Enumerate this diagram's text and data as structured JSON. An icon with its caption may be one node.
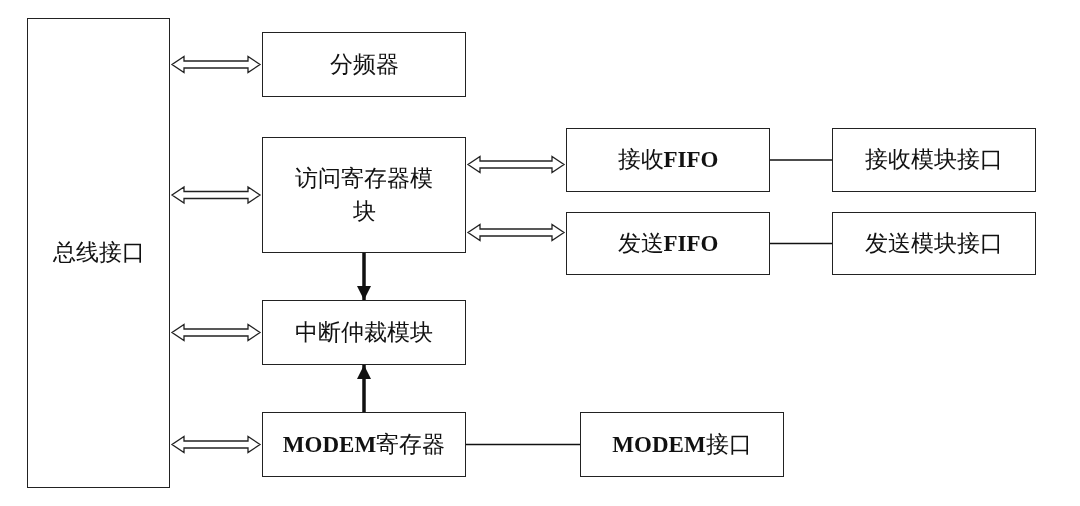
{
  "diagram": {
    "nodes": [
      {
        "text": [
          "总线接口"
        ]
      },
      {
        "text": [
          "分频器"
        ]
      },
      {
        "text": [
          "访问寄存器模块"
        ]
      },
      {
        "text": [
          "中断仲裁模块"
        ]
      },
      {
        "text": [
          "**MODEM**寄存器"
        ]
      },
      {
        "text": [
          "接收**FIFO**"
        ]
      },
      {
        "text": [
          "发送**FIFO**"
        ]
      },
      {
        "text": [
          "接收模块接口"
        ]
      },
      {
        "text": [
          "发送模块接口"
        ]
      },
      {
        "text": [
          "**MODEM**接口"
        ]
      }
    ],
    "edges": [
      {
        "from": 0,
        "to": 1,
        "arrow": "both"
      },
      {
        "from": 0,
        "to": 2,
        "arrow": "both"
      },
      {
        "from": 0,
        "to": 3,
        "arrow": "both"
      },
      {
        "from": 0,
        "to": 4,
        "arrow": "both"
      },
      {
        "from": 2,
        "to": 5,
        "arrow": "both"
      },
      {
        "from": 2,
        "to": 6,
        "arrow": "both"
      },
      {
        "from": 5,
        "to": 7,
        "arrow": "none"
      },
      {
        "from": 6,
        "to": 8,
        "arrow": "none"
      },
      {
        "from": 4,
        "to": 9,
        "arrow": "none"
      },
      {
        "from": 2,
        "to": 3,
        "arrow": "to",
        "style": "thick"
      },
      {
        "from": 4,
        "to": 3,
        "arrow": "to",
        "style": "thick"
      }
    ]
  }
}
